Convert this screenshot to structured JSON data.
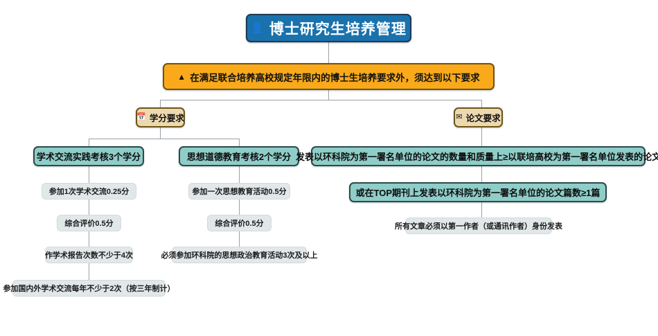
{
  "title": "博士研究生培养管理",
  "title_icon": "person-icon",
  "notice": {
    "icon": "warning-triangle-icon",
    "text": "在满足联合培养高校规定年限内的博士生培养要求外，须达到以下要求"
  },
  "colors": {
    "root_fill": "#1a72ad",
    "root_border": "#1b3a57",
    "notice_fill": "#f9a91a",
    "notice_border": "#6b5518",
    "category_fill": "#edd9b0",
    "category_border": "#6b5518",
    "requirement_fill": "#8fcdc8",
    "requirement_border": "#2b4a4a",
    "detail_fill": "#e2e8ea",
    "connector": "#9aa0a6"
  },
  "branches": [
    {
      "id": "credits",
      "icon": "calendar-icon",
      "label": "学分要求",
      "requirements": [
        {
          "id": "academic-exchange",
          "label": "学术交流实践考核3个学分",
          "details": [
            "参加1次学术交流0.25分",
            "综合评价0.5分",
            "作学术报告次数不少于4次",
            "参加国内外学术交流每年不少于2次（按三年制计）"
          ]
        },
        {
          "id": "moral-education",
          "label": "思想道德教育考核2个学分",
          "details": [
            "参加一次思想教育活动0.5分",
            "综合评价0.5分",
            "必须参加环科院的思想政治教育活动3次及以上"
          ]
        }
      ]
    },
    {
      "id": "thesis",
      "icon": "envelope-icon",
      "label": "论文要求",
      "requirements": [
        {
          "id": "first-author-count",
          "label": "发表以环科院为第一署名单位的论文的数量和质量上≥以联培高校为第一署名单位发表的论文",
          "details": []
        },
        {
          "id": "top-journal",
          "label": "或在TOP期刊上发表以环科院为第一署名单位的论文篇数≥1篇",
          "details": [
            "所有文章必须以第一作者（或通讯作者）身份发表"
          ]
        }
      ]
    }
  ]
}
